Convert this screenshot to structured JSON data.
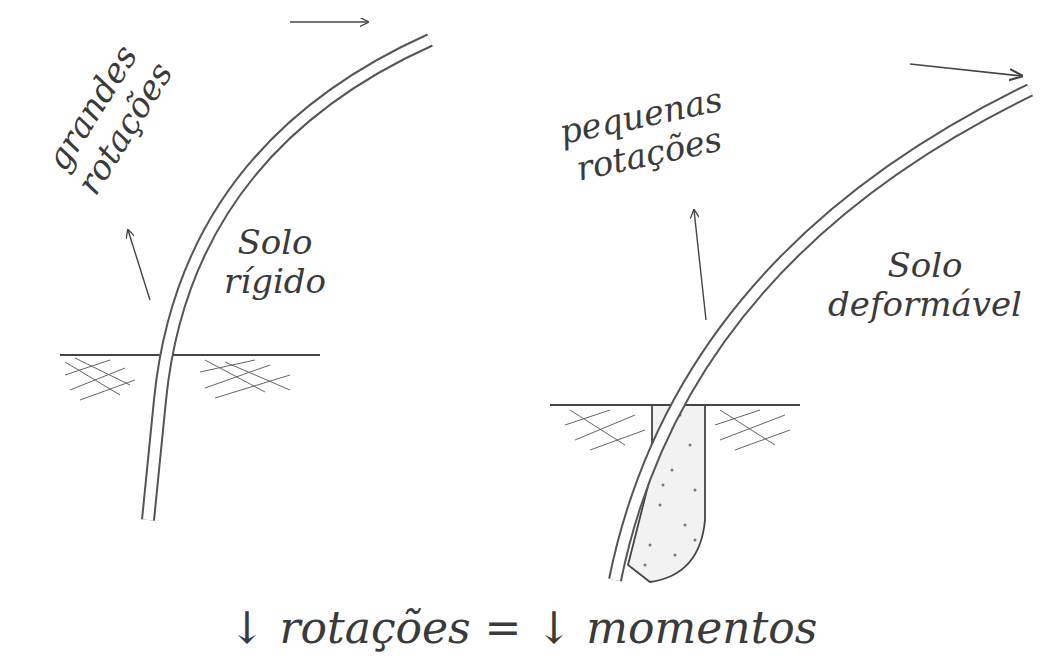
{
  "diagram": {
    "labels": [
      "grandes rotações",
      "Solo rígido",
      "pequenas rotações",
      "Solo deformável",
      "↓ rotações = ↓ momentos"
    ]
  }
}
